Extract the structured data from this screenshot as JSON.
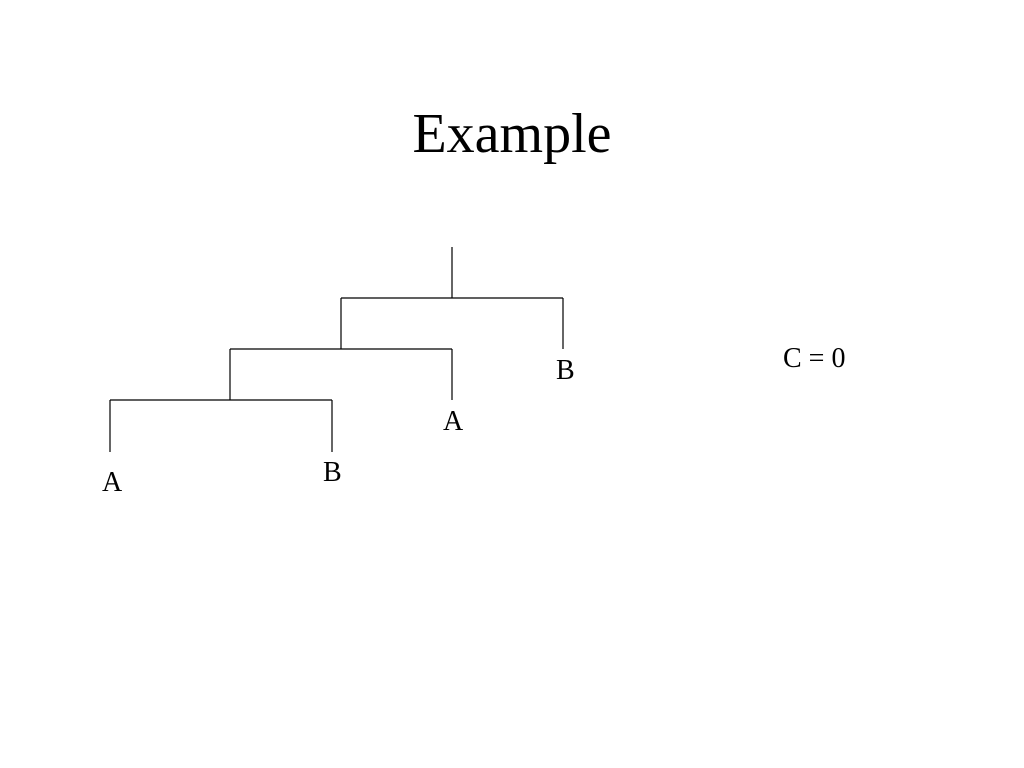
{
  "slide": {
    "title": "Example",
    "note": "C = 0"
  },
  "tree": {
    "leaves": [
      "A",
      "B",
      "A",
      "B"
    ]
  }
}
